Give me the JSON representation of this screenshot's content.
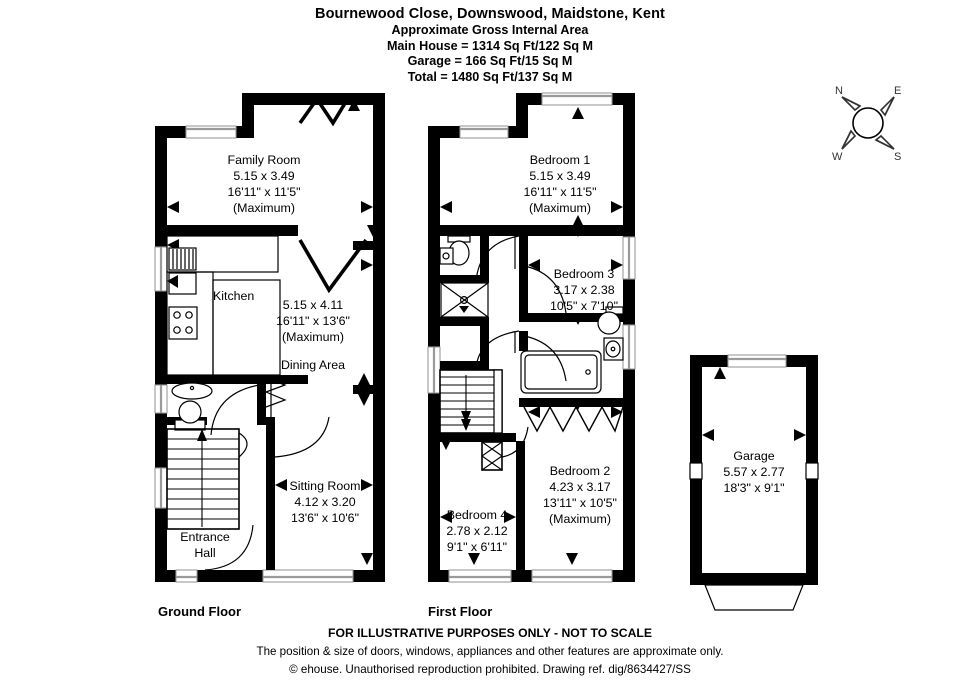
{
  "title": {
    "address": "Bournewood Close, Downswood, Maidstone, Kent",
    "area_heading": "Approximate Gross Internal Area",
    "main_house": "Main House = 1314 Sq Ft/122 Sq M",
    "garage": "Garage = 166 Sq Ft/15 Sq M",
    "total": "Total = 1480 Sq Ft/137 Sq M"
  },
  "floors": {
    "ground_label": "Ground Floor",
    "first_label": "First Floor"
  },
  "rooms": {
    "family_room": {
      "name": "Family Room",
      "metric": "5.15 x 3.49",
      "imperial": "16'11\" x 11'5\"",
      "note": "(Maximum)"
    },
    "kitchen": {
      "name": "Kitchen"
    },
    "kitchen_dining": {
      "metric": "5.15 x 4.11",
      "imperial": "16'11\" x 13'6\"",
      "note": "(Maximum)"
    },
    "dining_area": {
      "name": "Dining Area"
    },
    "sitting_room": {
      "name": "Sitting Room",
      "metric": "4.12 x 3.20",
      "imperial": "13'6\" x 10'6\""
    },
    "entrance_hall": {
      "name_line1": "Entrance",
      "name_line2": "Hall"
    },
    "bedroom1": {
      "name": "Bedroom 1",
      "metric": "5.15 x 3.49",
      "imperial": "16'11\" x 11'5\"",
      "note": "(Maximum)"
    },
    "bedroom2": {
      "name": "Bedroom 2",
      "metric": "4.23 x 3.17",
      "imperial": "13'11\" x 10'5\"",
      "note": "(Maximum)"
    },
    "bedroom3": {
      "name": "Bedroom 3",
      "metric": "3.17 x 2.38",
      "imperial": "10'5\" x 7'10\""
    },
    "bedroom4": {
      "name": "Bedroom 4",
      "metric": "2.78 x 2.12",
      "imperial": "9'1\" x 6'11\""
    },
    "garage": {
      "name": "Garage",
      "metric": "5.57 x 2.77",
      "imperial": "18'3\" x 9'1\""
    }
  },
  "compass": {
    "n": "N",
    "e": "E",
    "s": "S",
    "w": "W"
  },
  "footer": {
    "line1": "FOR ILLUSTRATIVE PURPOSES ONLY - NOT TO SCALE",
    "line2": "The position & size of doors, windows, appliances and other features are approximate only.",
    "line3": "© ehouse. Unauthorised reproduction prohibited. Drawing ref. dig/8634427/SS"
  },
  "colors": {
    "wall": "#000000",
    "background": "#ffffff",
    "window_glass": "#9a9a9a"
  }
}
